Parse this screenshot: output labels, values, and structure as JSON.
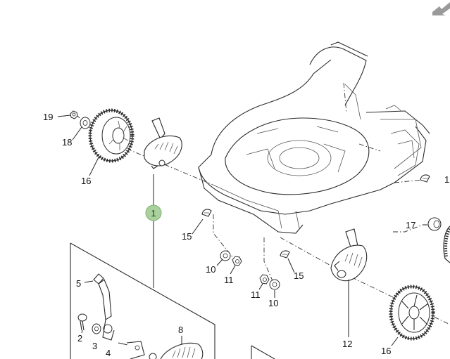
{
  "colors": {
    "line": "#2a2a2a",
    "callout_fill": "#a9d19e",
    "callout_stroke": "#7fb272",
    "corner_icon": "#9a9a9a"
  },
  "icons": {
    "corner": "arrow-down-left-icon"
  },
  "callout": {
    "label": "1"
  },
  "parts": {
    "p19": "19",
    "p18": "18",
    "p16_top": "16",
    "p15_left": "15",
    "p15_mid": "15",
    "p10_left": "10",
    "p11_left": "11",
    "p11_mid": "11",
    "p10_mid": "10",
    "p17": "17",
    "p1_edge": "1",
    "p12": "12",
    "p16_bottom": "16",
    "p5": "5",
    "p2": "2",
    "p3": "3",
    "p4": "4",
    "p8": "8"
  }
}
